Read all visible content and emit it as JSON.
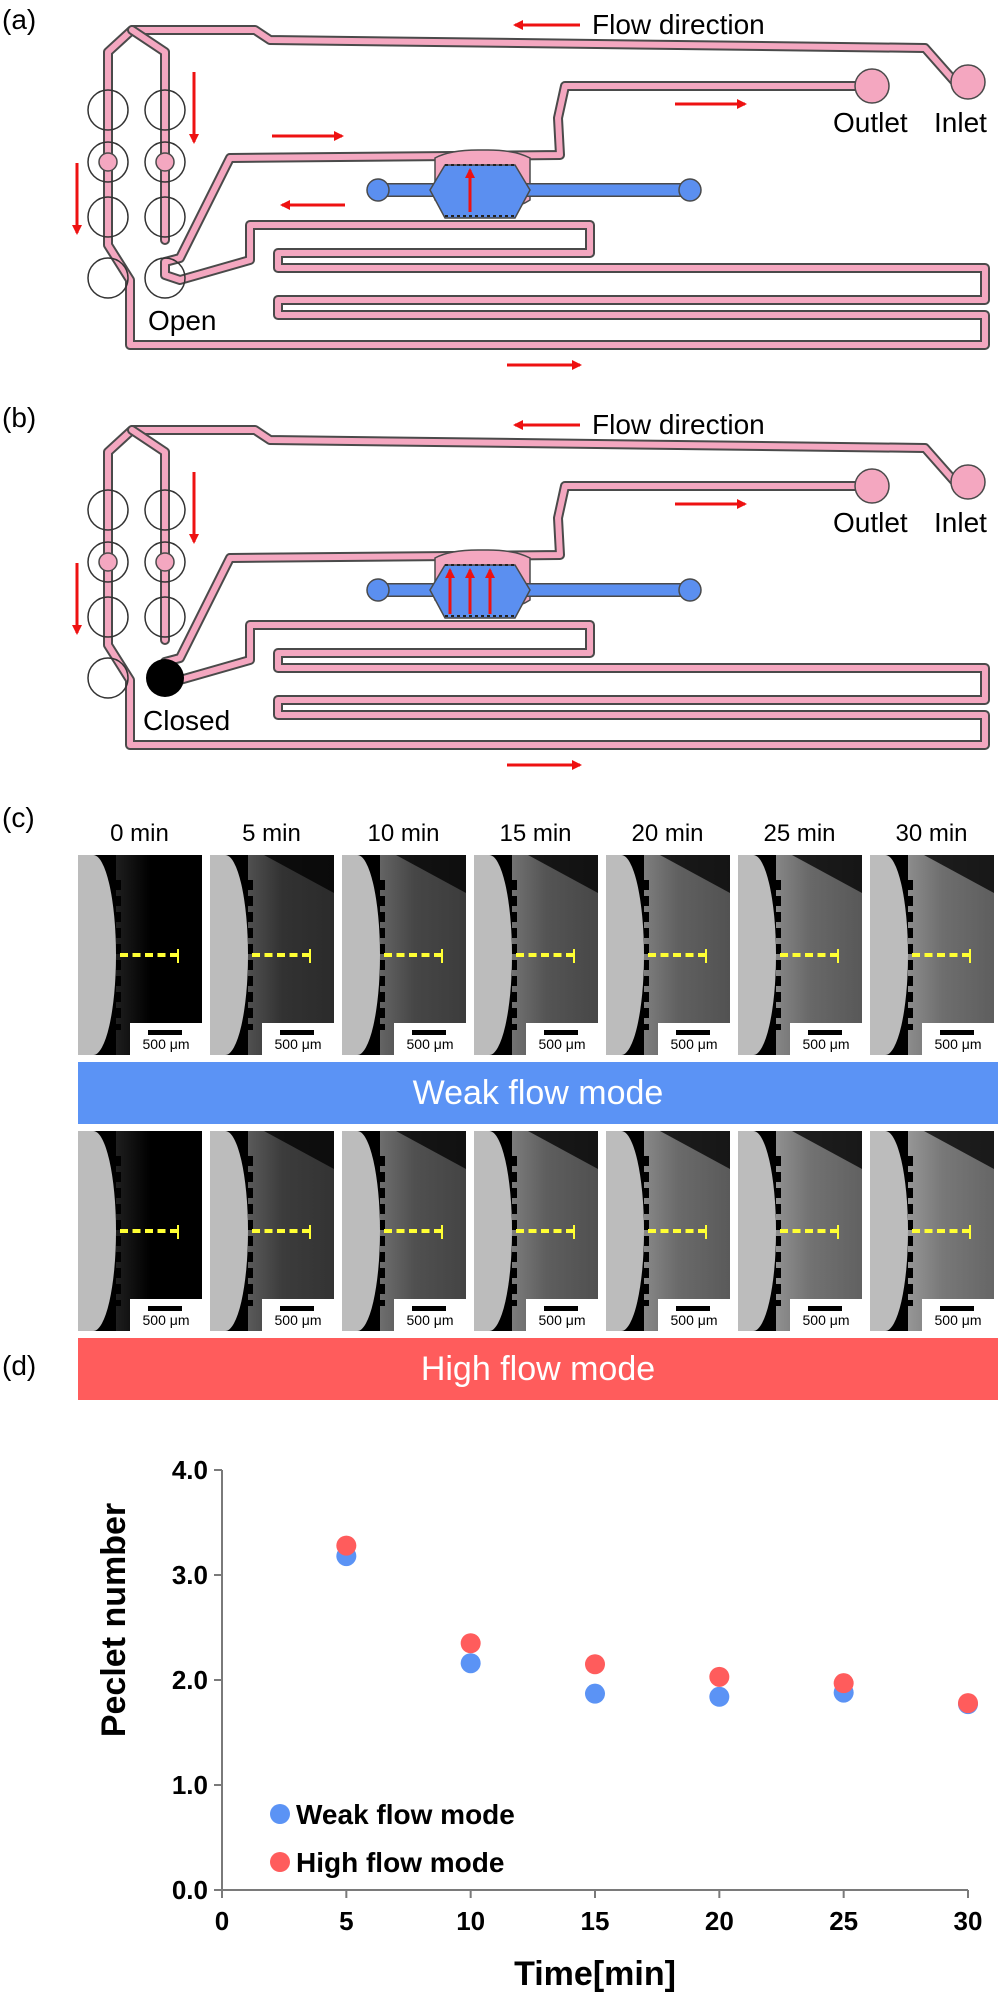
{
  "panels": {
    "a": {
      "letter": "(a)",
      "flow_direction": "Flow direction",
      "outlet": "Outlet",
      "inlet": "Inlet",
      "valve_state": "Open"
    },
    "b": {
      "letter": "(b)",
      "flow_direction": "Flow direction",
      "outlet": "Outlet",
      "inlet": "Inlet",
      "valve_state": "Closed"
    },
    "c": {
      "letter": "(c)",
      "times": [
        "0 min",
        "5 min",
        "10 min",
        "15 min",
        "20 min",
        "25 min",
        "30 min"
      ],
      "intensity": [
        0.0,
        0.25,
        0.35,
        0.42,
        0.48,
        0.52,
        0.55
      ],
      "scale_label": "500 μm",
      "weak_label": "Weak flow mode",
      "high_label": "High flow mode"
    },
    "d": {
      "letter": "(d)"
    }
  },
  "colors": {
    "channel_pink": "#f4a7c0",
    "channel_stroke": "#4a4a4a",
    "chamber_blue": "#5b8ff0",
    "arrow_red": "#ee1111",
    "weak": "#5b93f5",
    "high": "#ff5c5c",
    "measure_yellow": "#ffff33"
  },
  "chart_data": {
    "type": "scatter",
    "xlabel": "Time[min]",
    "ylabel": "Peclet number",
    "xlim": [
      0,
      30
    ],
    "ylim": [
      0,
      4
    ],
    "xticks": [
      "0",
      "5",
      "10",
      "15",
      "20",
      "25",
      "30"
    ],
    "yticks": [
      "0.0",
      "1.0",
      "2.0",
      "3.0",
      "4.0"
    ],
    "grid": false,
    "legend_position": "bottom-left",
    "series": [
      {
        "name": "Weak flow mode",
        "color": "#5b93f5",
        "x": [
          5,
          10,
          15,
          20,
          25,
          30
        ],
        "y": [
          3.18,
          2.16,
          1.87,
          1.84,
          1.88,
          1.77
        ]
      },
      {
        "name": "High flow mode",
        "color": "#ff5c5c",
        "x": [
          5,
          10,
          15,
          20,
          25,
          30
        ],
        "y": [
          3.28,
          2.35,
          2.15,
          2.03,
          1.97,
          1.78
        ]
      }
    ]
  }
}
